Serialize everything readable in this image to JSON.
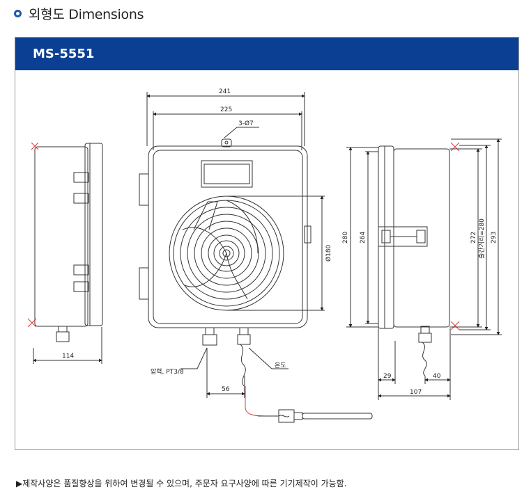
{
  "heading": {
    "icon": "circle-bullet-icon",
    "title": "외형도 Dimensions",
    "accent_color": "#1a5ab0"
  },
  "panel": {
    "model": "MS-5551",
    "bar_color": "#0b3f93"
  },
  "dimensions": {
    "front_width_outer": "241",
    "front_width_inner": "225",
    "mount_holes": "3-Ø7",
    "chart_diameter": "Ø180",
    "side_depth": "114",
    "pressure_port": "압력, PT3/8",
    "temp_label": "온도",
    "port_spacing": "56",
    "h280": "280",
    "h264": "264",
    "h272": "272",
    "mount_pitch": "출간거리=280",
    "h293": "293",
    "d29": "29",
    "d40": "40",
    "d107": "107"
  },
  "footnote": "▶제작사양은 품질향상을 위하여 변경될 수 있으며, 주문자 요구사양에 따른 기기제작이 가능함."
}
